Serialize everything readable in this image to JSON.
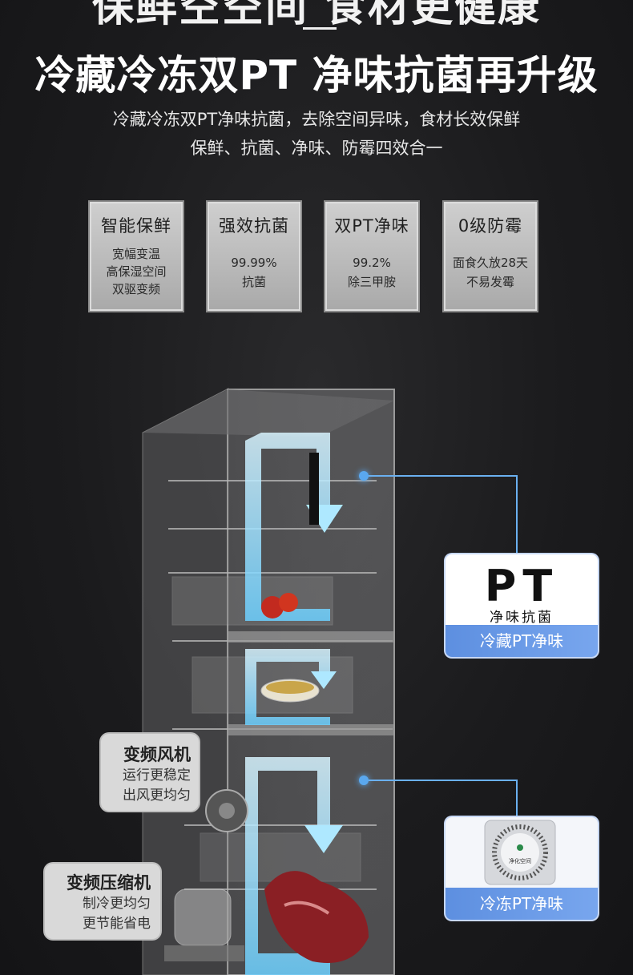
{
  "header": {
    "top_cut_title": "保鲜空空间 食材更健康",
    "headline": "冷藏冷冻双PT 净味抗菌再升级",
    "subtitle_line1": "冷藏冷冻双PT净味抗菌，去除空间异味，食材长效保鲜",
    "subtitle_line2": "保鲜、抗菌、净味、防霉四效合一"
  },
  "features": [
    {
      "title": "智能保鲜",
      "lines": [
        "宽幅变温",
        "高保湿空间",
        "双驱变频"
      ]
    },
    {
      "title": "强效抗菌",
      "lines": [
        "99.99%",
        "抗菌"
      ]
    },
    {
      "title": "双PT净味",
      "lines": [
        "99.2%",
        "除三甲胺"
      ]
    },
    {
      "title": "0级防霉",
      "lines": [
        "面食久放28天",
        "不易发霉"
      ]
    }
  ],
  "callouts": {
    "fridge_pt": {
      "logo": "PT",
      "sub": "净味抗菌",
      "label": "冷藏PT净味"
    },
    "freezer_pt": {
      "badge": "净化空间",
      "label": "冷冻PT净味"
    }
  },
  "labels": {
    "fan": {
      "title": "变频风机",
      "line1": "运行更稳定",
      "line2": "出风更均匀"
    },
    "compressor": {
      "title": "变频压缩机",
      "line1": "制冷更均匀",
      "line2": "更节能省电"
    }
  },
  "colors": {
    "accent_blue": "#6ab0f0",
    "card_gray": "#bfbfbf",
    "label_blue": "#6a9ae8"
  }
}
